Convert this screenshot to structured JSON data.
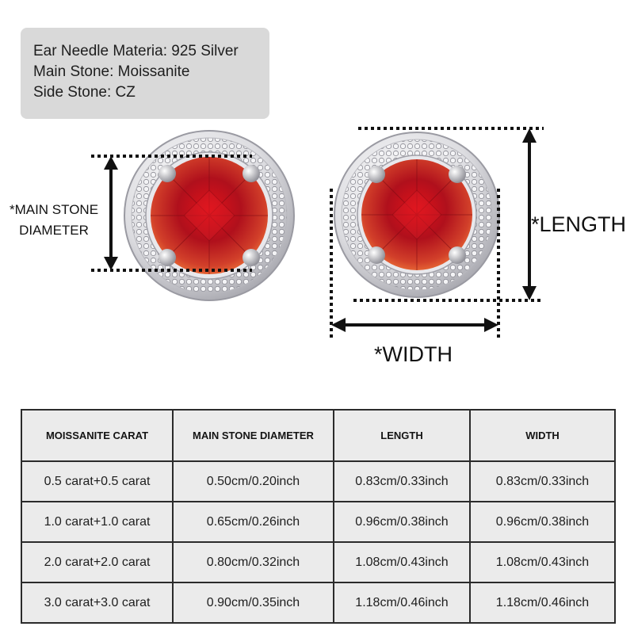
{
  "specs": [
    "Ear Needle Materia: 925 Silver",
    "Main Stone: Moissanite",
    "Side Stone: CZ"
  ],
  "diagram": {
    "main_stone_label_line1": "*MAIN STONE",
    "main_stone_label_line2": "DIAMETER",
    "length_label": "*LENGTH",
    "width_label": "*WIDTH",
    "stone_color": "#c8102e",
    "metal_color": "#d8d8dc"
  },
  "table": {
    "headers": [
      "MOISSANITE CARAT",
      "MAIN STONE DIAMETER",
      "LENGTH",
      "WIDTH"
    ],
    "rows": [
      [
        "0.5 carat+0.5 carat",
        "0.50cm/0.20inch",
        "0.83cm/0.33inch",
        "0.83cm/0.33inch"
      ],
      [
        "1.0 carat+1.0 carat",
        "0.65cm/0.26inch",
        "0.96cm/0.38inch",
        "0.96cm/0.38inch"
      ],
      [
        "2.0 carat+2.0 carat",
        "0.80cm/0.32inch",
        "1.08cm/0.43inch",
        "1.08cm/0.43inch"
      ],
      [
        "3.0 carat+3.0 carat",
        "0.90cm/0.35inch",
        "1.18cm/0.46inch",
        "1.18cm/0.46inch"
      ]
    ]
  }
}
